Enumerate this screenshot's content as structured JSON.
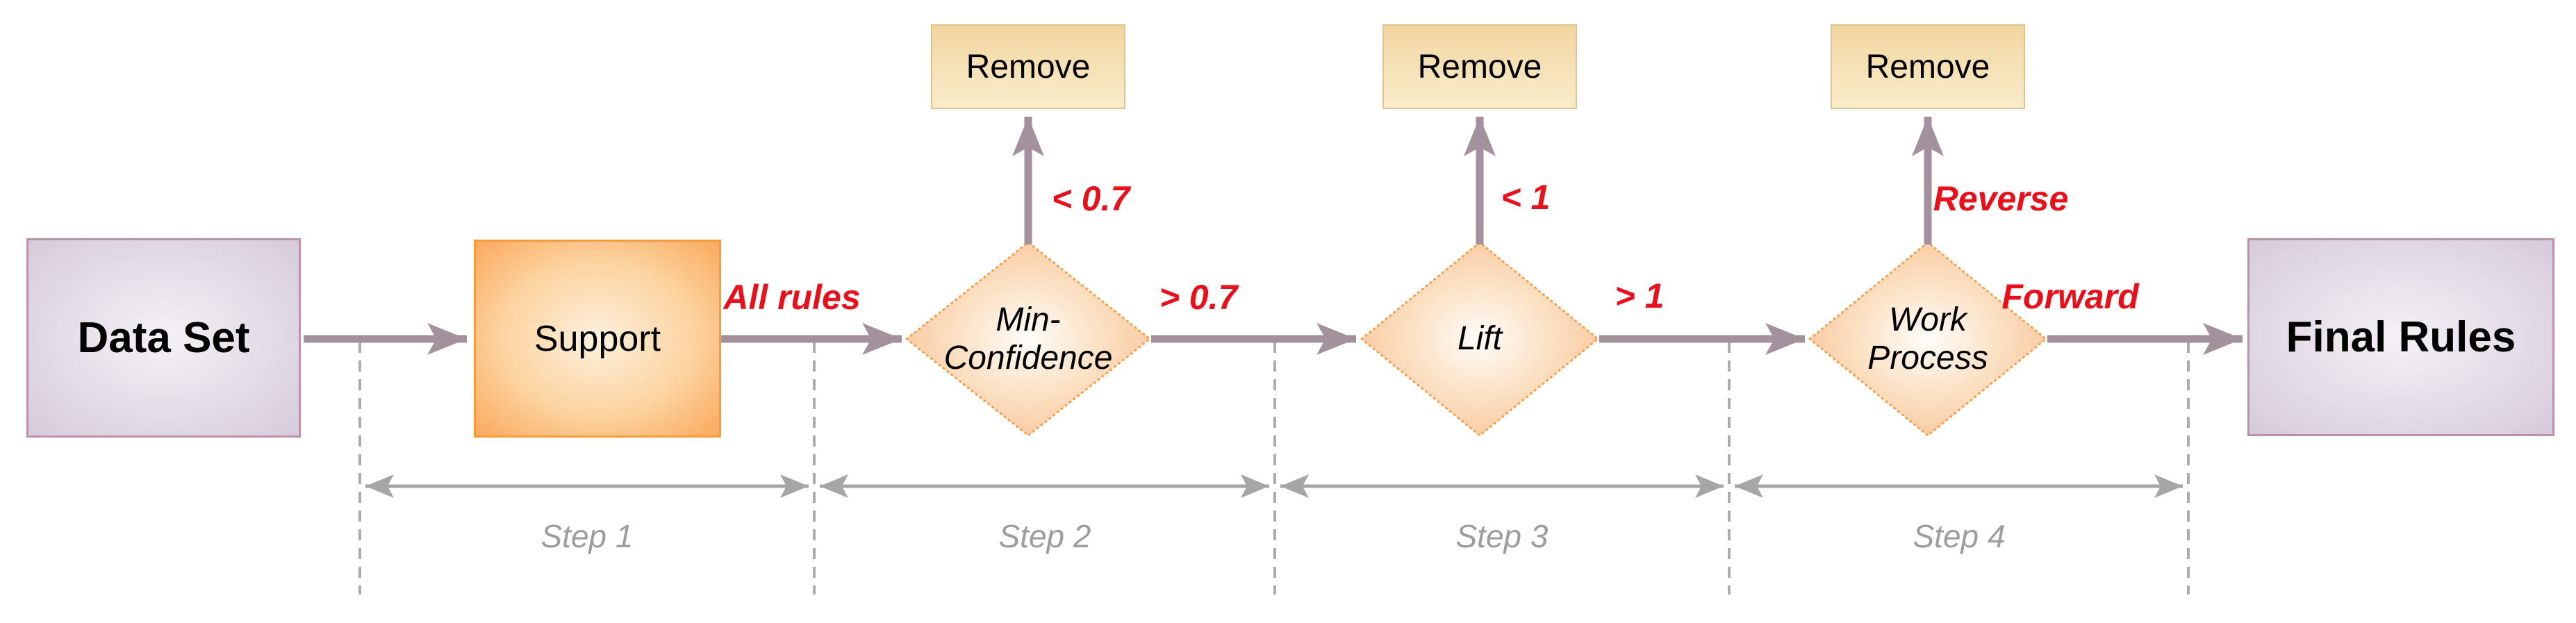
{
  "nodes": {
    "data_set": "Data Set",
    "support": "Support",
    "min_confidence": "Min-\nConfidence",
    "lift": "Lift",
    "work_process": "Work\nProcess",
    "final_rules": "Final Rules",
    "remove_1": "Remove",
    "remove_2": "Remove",
    "remove_3": "Remove"
  },
  "edge_labels": {
    "all_rules": "All rules",
    "confidence_fail": "< 0.7",
    "confidence_pass": "> 0.7",
    "lift_fail": "< 1",
    "lift_pass": "> 1",
    "reverse": "Reverse",
    "forward": "Forward"
  },
  "steps": [
    "Step 1",
    "Step 2",
    "Step 3",
    "Step 4"
  ],
  "colors": {
    "flow_arrow": "#a3929d",
    "step_arrow": "#a6a6a6",
    "dashed_guide": "#ababab",
    "edge_label_red": "#e8101a",
    "purple_box_border": "#bb92a8",
    "purple_box_fill_edge": "#d6cadb",
    "orange_box_border": "#f79b3b",
    "orange_box_fill_edge": "#faa95c",
    "remove_box_fill_top": "#f2d6a0",
    "remove_box_border": "#e2c28e",
    "diamond_border": "#f89f4e",
    "diamond_fill_edge": "#f8c49a",
    "step_label_gray": "#9d9d9d",
    "background": "#ffffff"
  }
}
